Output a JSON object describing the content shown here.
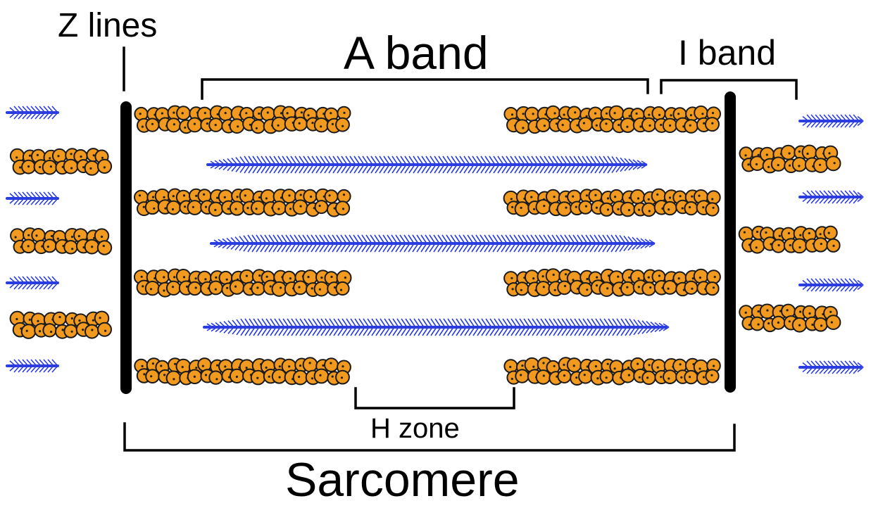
{
  "labels": {
    "z_lines": "Z lines",
    "a_band": "A band",
    "i_band": "I band",
    "h_zone": "H zone",
    "sarcomere": "Sarcomere"
  },
  "colors": {
    "actin_fill": "#F29A1F",
    "actin_outline": "#1a1a1a",
    "myosin": "#2A3DE0",
    "z_line": "#000000",
    "background": "#FFFFFF"
  }
}
